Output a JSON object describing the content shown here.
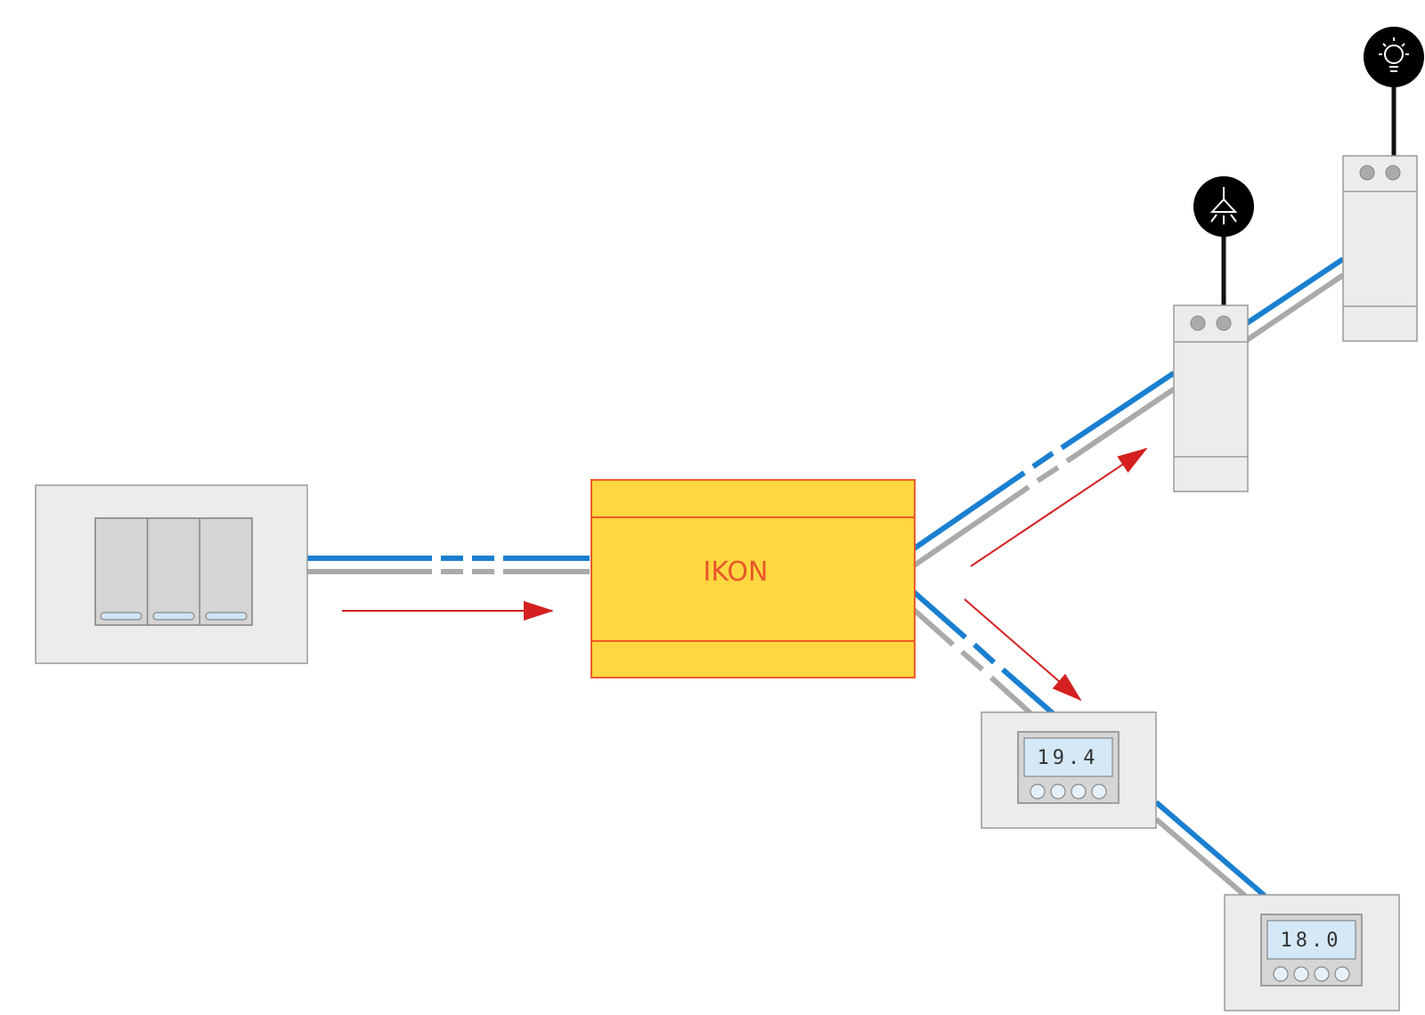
{
  "controller": {
    "label": "IKON"
  },
  "thermostats": [
    {
      "display": "19.4"
    },
    {
      "display": "18.0"
    }
  ],
  "icons": {
    "lamp": "ceiling-lamp-icon",
    "bulb": "light-bulb-icon"
  },
  "colors": {
    "bus_blue": "#1a7fd0",
    "bus_grey": "#aaaaaa",
    "arrow": "#e02020",
    "controller_fill": "#ffd740",
    "controller_border": "#f05a28",
    "device_fill": "#ececec",
    "device_border": "#999999"
  }
}
